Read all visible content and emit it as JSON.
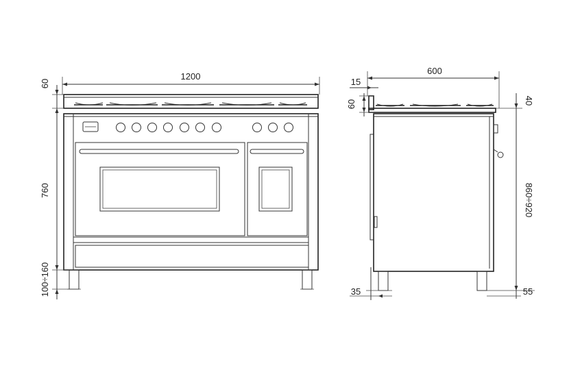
{
  "front_view": {
    "width_label": "1200",
    "top_label": "60",
    "body_height_label": "760",
    "feet_label": "100÷160"
  },
  "side_view": {
    "depth_label": "600",
    "top_offset_label": "15",
    "top_height_label": "60",
    "back_label": "40",
    "height_label": "860÷920",
    "front_foot_label": "35",
    "rear_foot_label": "55"
  },
  "colors": {
    "line": "#333333",
    "background": "#ffffff"
  }
}
